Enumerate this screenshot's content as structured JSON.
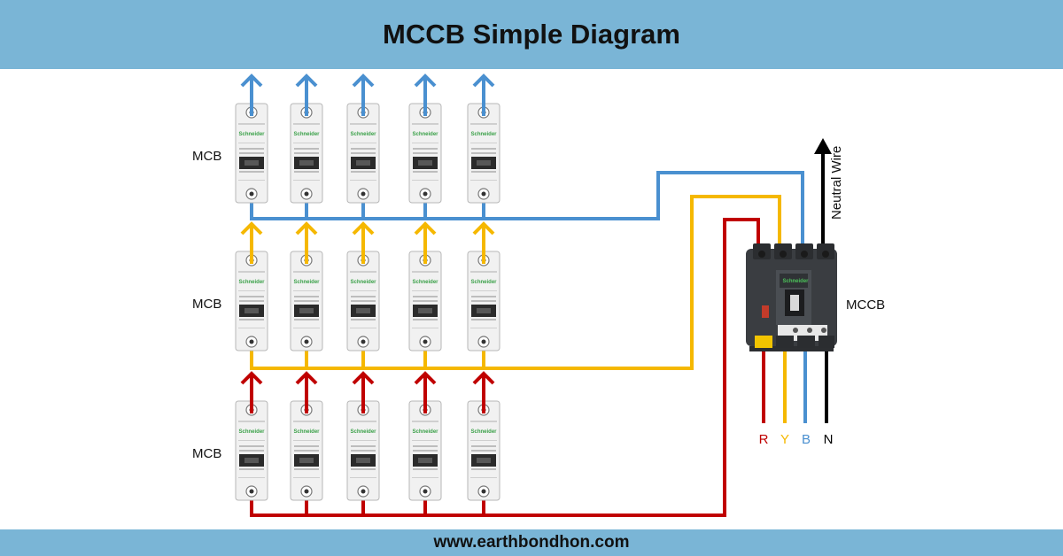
{
  "header": {
    "title": "MCCB Simple Diagram"
  },
  "labels": {
    "mcb_row1": "MCB",
    "mcb_row2": "MCB",
    "mcb_row3": "MCB",
    "mccb": "MCCB",
    "neutral_wire": "Neutral Wire"
  },
  "phases": [
    {
      "letter": "R",
      "color": "#c00000"
    },
    {
      "letter": "Y",
      "color": "#f5b800"
    },
    {
      "letter": "B",
      "color": "#4a90d0"
    },
    {
      "letter": "N",
      "color": "#000000"
    }
  ],
  "breaker_brand": "Schneider",
  "footer": {
    "url": "www.earthbondhon.com"
  },
  "colors": {
    "band": "#7ab5d6",
    "red": "#c00000",
    "yellow": "#f5b800",
    "blue": "#4a90d0",
    "neutral": "#000000"
  }
}
